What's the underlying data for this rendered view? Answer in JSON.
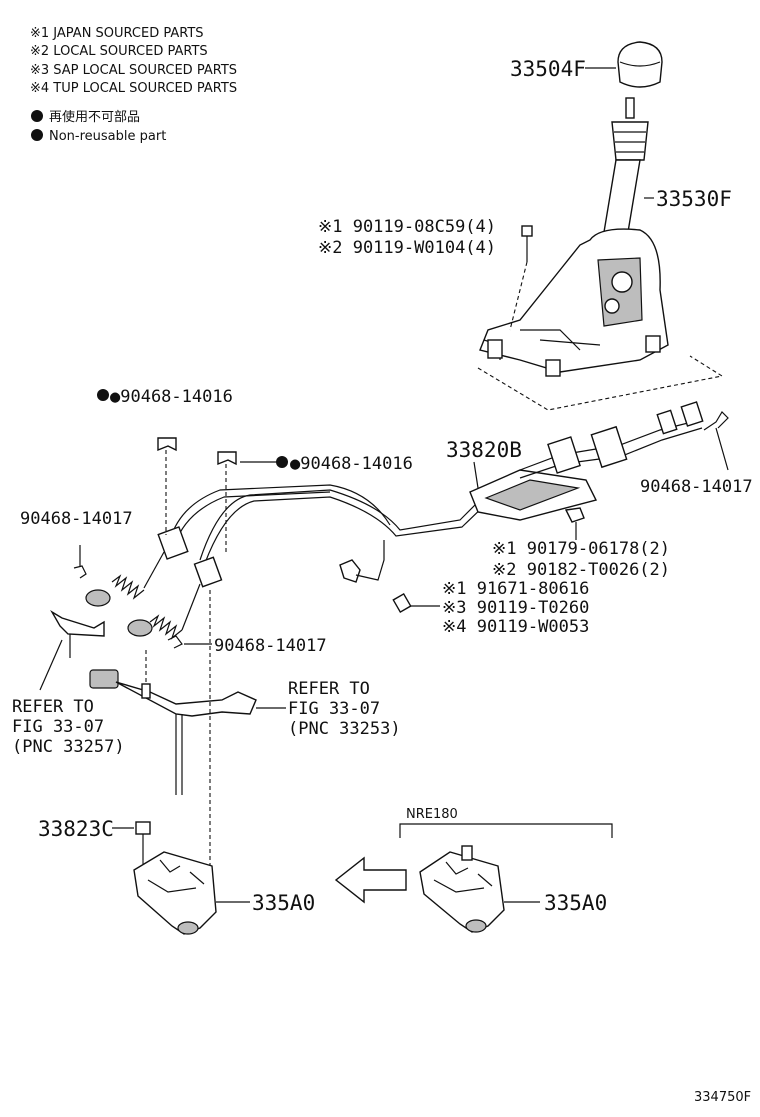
{
  "legend": {
    "notes": [
      "※1 JAPAN SOURCED PARTS",
      "※2 LOCAL SOURCED PARTS",
      "※3 SAP LOCAL SOURCED PARTS",
      "※4 TUP LOCAL SOURCED PARTS"
    ],
    "nonreusable_jp": "再使用不可部品",
    "nonreusable_en": "Non-reusable part"
  },
  "labels": {
    "knob": "33504F",
    "lever": "33530F",
    "bolt1": "※1 90119-08C59(4)",
    "bolt2": "※2 90119-W0104(4)",
    "clip_a": "●90468-14016",
    "clip_b": "●90468-14016",
    "cable": "33820B",
    "clip_c": "90468-14017",
    "clip_d": "90468-14017",
    "clip_e": "90468-14017",
    "nut1": "※1 90179-06178(2)",
    "nut2": "※2 90182-T0026(2)",
    "screw1": "※1 91671-80616",
    "screw3": "※3 90119-T0260",
    "screw4": "※4 90119-W0053",
    "refer_left_1": "REFER TO",
    "refer_left_2": "FIG 33-07",
    "refer_left_3": "(PNC 33257)",
    "refer_right_1": "REFER TO",
    "refer_right_2": "FIG 33-07",
    "refer_right_3": "(PNC 33253)",
    "bolt_c": "33823C",
    "bracket_left": "335A0",
    "bracket_right": "335A0",
    "variant": "NRE180",
    "fig_id": "334750F"
  }
}
